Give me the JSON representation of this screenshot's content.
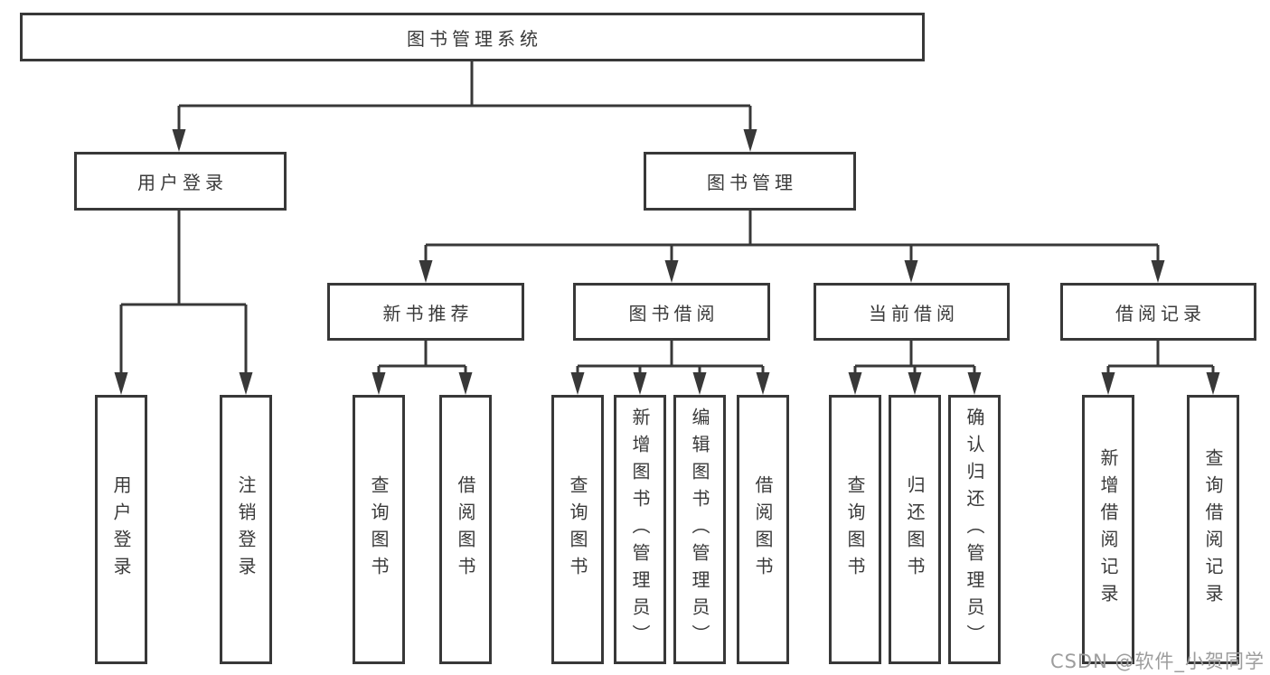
{
  "watermark": "CSDN @软件_小贺同学",
  "colors": {
    "background": "#ffffff",
    "line": "#383838",
    "box_border": "#383838",
    "text": "#3a3a3a",
    "watermark": "#9d9d9d"
  },
  "tree": {
    "root": {
      "label": "图书管理系统"
    },
    "branches": [
      {
        "label": "用户登录",
        "children": [
          {
            "label": "用户登录"
          },
          {
            "label": "注销登录"
          }
        ]
      },
      {
        "label": "图书管理",
        "children": [
          {
            "label": "新书推荐",
            "children": [
              {
                "label": "查询图书"
              },
              {
                "label": "借阅图书"
              }
            ]
          },
          {
            "label": "图书借阅",
            "children": [
              {
                "label": "查询图书"
              },
              {
                "label": "新增图书（管理员）"
              },
              {
                "label": "编辑图书（管理员）"
              },
              {
                "label": "借阅图书"
              }
            ]
          },
          {
            "label": "当前借阅",
            "children": [
              {
                "label": "查询图书"
              },
              {
                "label": "归还图书"
              },
              {
                "label": "确认归还（管理员）"
              }
            ]
          },
          {
            "label": "借阅记录",
            "children": [
              {
                "label": "新增借阅记录"
              },
              {
                "label": "查询借阅记录"
              }
            ]
          }
        ]
      }
    ]
  }
}
